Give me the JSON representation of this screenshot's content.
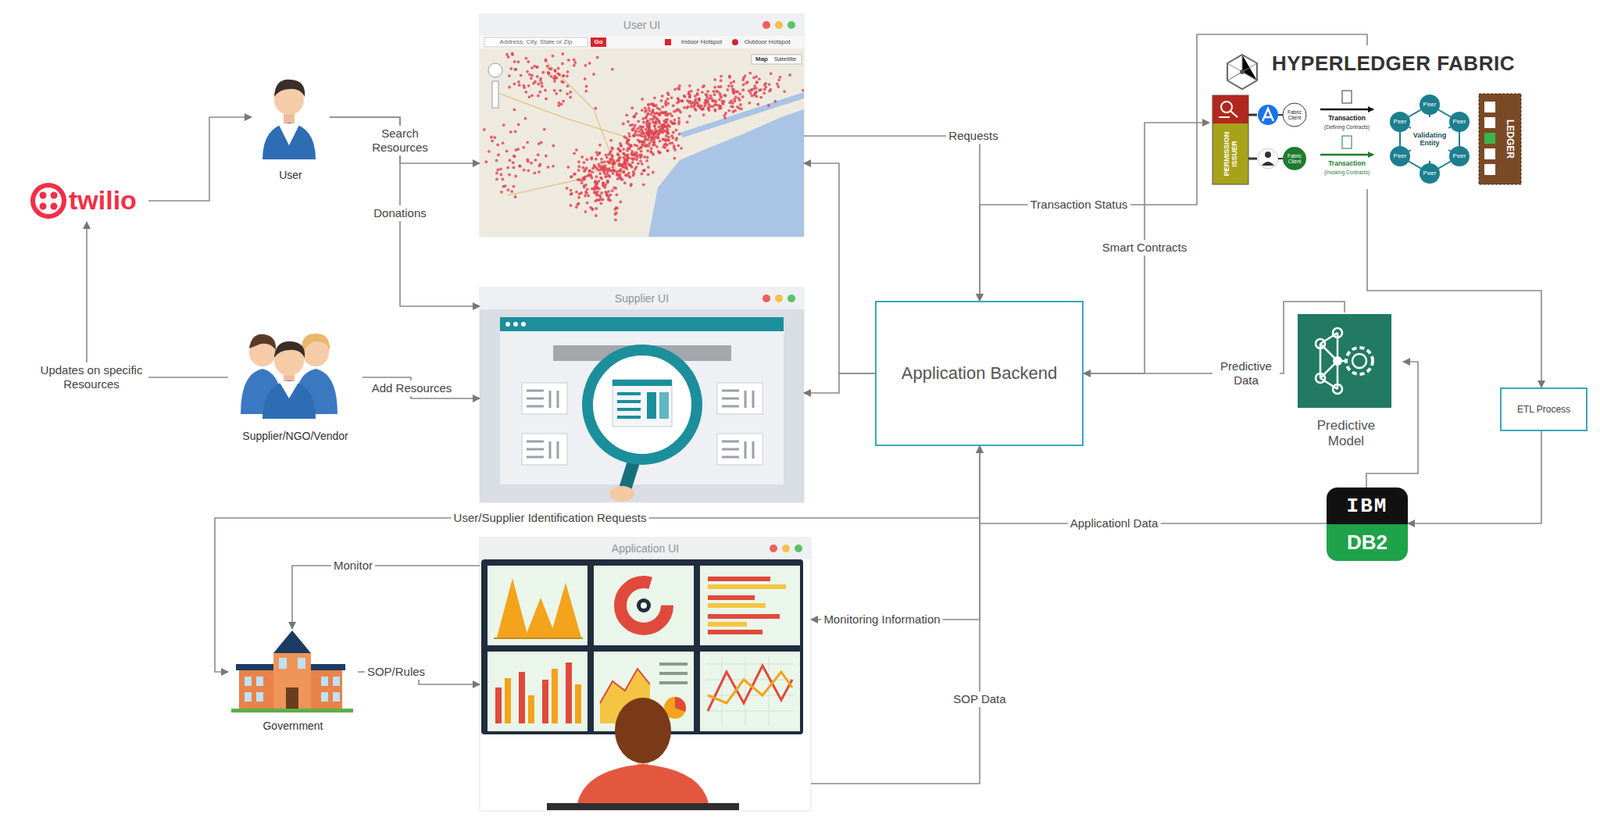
{
  "diagram": {
    "nodes": [
      {
        "text": [
          "twilio"
        ]
      },
      {
        "text": [
          "User"
        ]
      },
      {
        "text": [
          "Supplier/NGO/Vendor"
        ]
      },
      {
        "text": [
          "Government"
        ]
      },
      {
        "text": [
          "User UI"
        ]
      },
      {
        "text": [
          "Supplier UI"
        ]
      },
      {
        "text": [
          "Application UI"
        ]
      },
      {
        "text": [
          "Application Backend"
        ]
      },
      {
        "text": [
          "HYPERLEDGER FABRIC"
        ]
      },
      {
        "text": [
          "Predictive Model"
        ]
      },
      {
        "text": [
          "ETL Process"
        ]
      },
      {
        "text": [
          "IBM",
          "DB2"
        ]
      }
    ],
    "edges": [
      {
        "from": 0,
        "to": 1,
        "arrow": "to"
      },
      {
        "from": 2,
        "to": 0,
        "label": "Updates on specific Resources",
        "arrow": "to"
      },
      {
        "from": 1,
        "to": 4,
        "label": "Search Resources",
        "arrow": "to"
      },
      {
        "from": 1,
        "to": 5,
        "label": "Donations",
        "arrow": "to"
      },
      {
        "from": 2,
        "to": 5,
        "label": "Add Resources",
        "arrow": "to"
      },
      {
        "from": 4,
        "to": 7,
        "label": "Requests",
        "arrow": "to"
      },
      {
        "from": 8,
        "to": 7,
        "label": "Transaction Status",
        "arrow": "to"
      },
      {
        "from": 7,
        "to": 8,
        "label": "Smart Contracts",
        "arrow": "to"
      },
      {
        "from": 7,
        "to": 4,
        "arrow": "to"
      },
      {
        "from": 7,
        "to": 5,
        "arrow": "to"
      },
      {
        "from": 9,
        "to": 7,
        "label": "Predictive Data",
        "arrow": "to"
      },
      {
        "from": 8,
        "to": 10,
        "arrow": "to"
      },
      {
        "from": 10,
        "to": 11,
        "arrow": "to"
      },
      {
        "from": 11,
        "to": 9,
        "arrow": "to"
      },
      {
        "from": 11,
        "to": 7,
        "label": "Applicationl Data",
        "arrow": "to"
      },
      {
        "from": 7,
        "to": 3,
        "label": "User/Supplier Identification Requests",
        "arrow": "to"
      },
      {
        "from": 7,
        "to": 6,
        "label": "Monitoring Information",
        "arrow": "to"
      },
      {
        "from": 6,
        "to": 3,
        "label": "Monitor",
        "arrow": "to"
      },
      {
        "from": 3,
        "to": 6,
        "label": "SOP/Rules",
        "arrow": "to"
      },
      {
        "from": 6,
        "to": 7,
        "label": "SOP Data",
        "arrow": "to"
      }
    ],
    "labels": [
      "Address, City, State or Zip",
      "Go",
      "Indoor Hotspot",
      "Outdoor Hotspot",
      "Map",
      "Satellite",
      "PERMISSION ISSUER",
      "Fabric Client",
      "Fabric Client",
      "Transaction",
      "(Defining Contracts)",
      "Transaction",
      "(Invoking Contracts)",
      "Peer",
      "Peer",
      "Peer",
      "Peer",
      "Peer",
      "Peer",
      "Validating Entity",
      "LEDGER"
    ]
  }
}
